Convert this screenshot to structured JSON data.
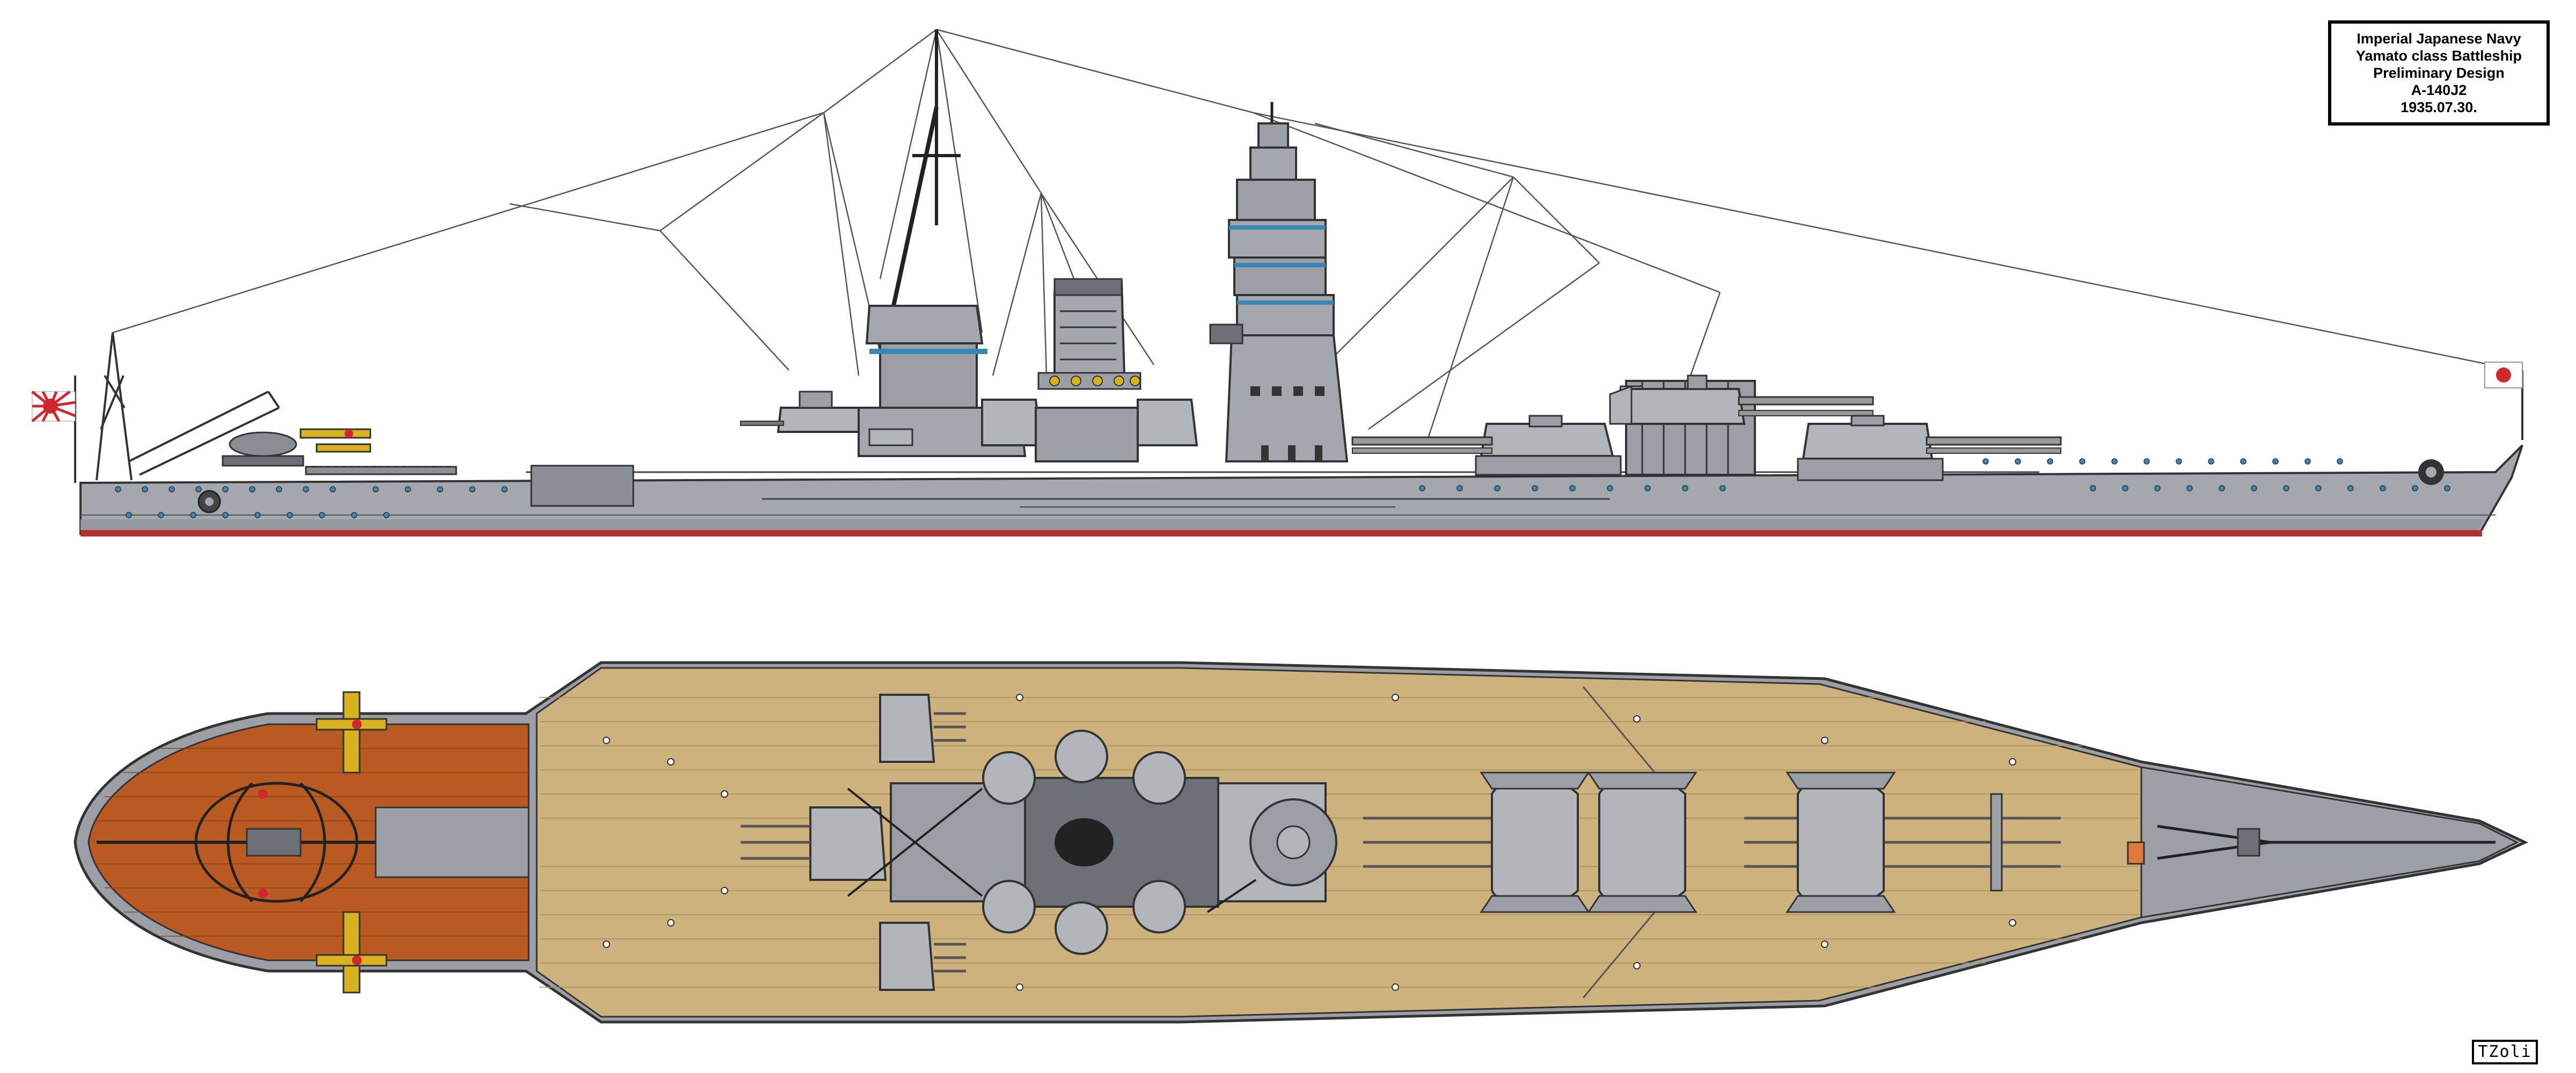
{
  "title_block": {
    "line1": "Imperial Japanese Navy",
    "line2": "Yamato class Battleship",
    "line3": "Preliminary Design",
    "line4": "A-140J2",
    "line5": "1935.07.30."
  },
  "signature": "TZoli",
  "colors": {
    "hull_grey": "#a4a7ad",
    "deck_grey": "#9c9fa5",
    "turret_grey": "#b2b5ba",
    "dark_grey": "#6d7077",
    "boot_topping": "#b3312d",
    "wood_deck": "#cdb27e",
    "linoleum_deck": "#b85a22",
    "aircraft_yellow": "#d9b21f",
    "rising_sun_red": "#d1262b",
    "porthole_blue": "#3a87b6"
  },
  "icons": [
    "rising-sun-ensign-icon",
    "hinomaru-jack-icon",
    "chrysanthemum-crest-icon"
  ]
}
